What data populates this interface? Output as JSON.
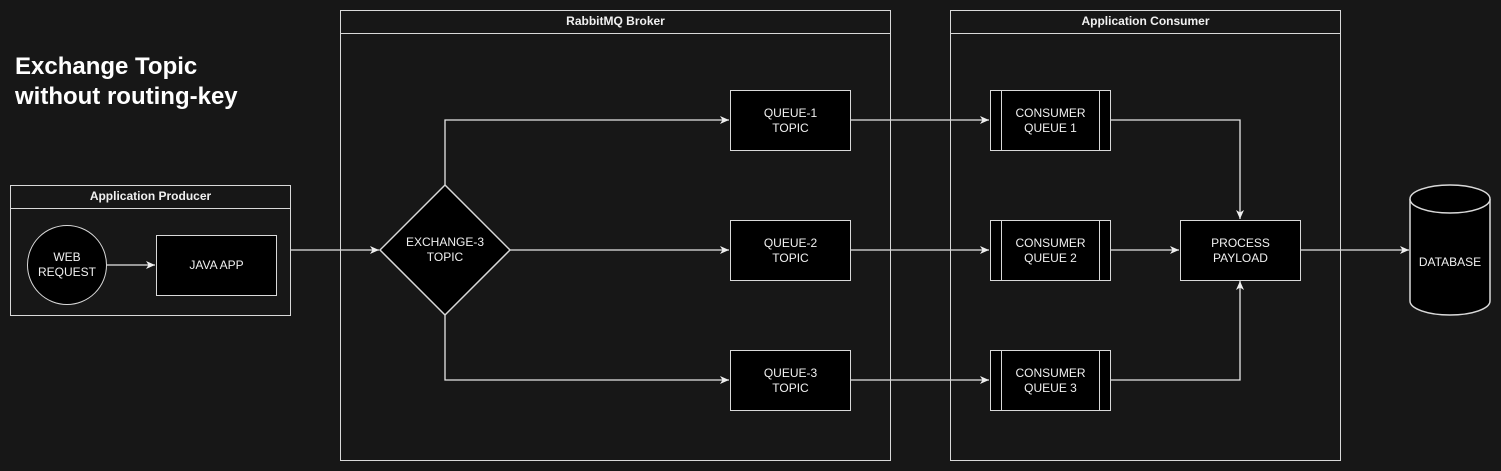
{
  "title": {
    "line1": "Exchange Topic",
    "line2": "without routing-key"
  },
  "producer": {
    "header": "Application Producer",
    "web_request": {
      "line1": "WEB",
      "line2": "REQUEST"
    },
    "java_app": "JAVA APP"
  },
  "broker": {
    "header": "RabbitMQ Broker",
    "exchange": {
      "line1": "EXCHANGE-3",
      "line2": "TOPIC"
    },
    "queues": [
      {
        "line1": "QUEUE-1",
        "line2": "TOPIC"
      },
      {
        "line1": "QUEUE-2",
        "line2": "TOPIC"
      },
      {
        "line1": "QUEUE-3",
        "line2": "TOPIC"
      }
    ]
  },
  "consumer": {
    "header": "Application Consumer",
    "consumers": [
      {
        "line1": "CONSUMER",
        "line2": "QUEUE 1"
      },
      {
        "line1": "CONSUMER",
        "line2": "QUEUE 2"
      },
      {
        "line1": "CONSUMER",
        "line2": "QUEUE 3"
      }
    ],
    "process": {
      "line1": "PROCESS",
      "line2": "PAYLOAD"
    }
  },
  "database": "DATABASE",
  "colors": {
    "background": "#171717",
    "stroke": "#d9d9d9",
    "node_fill": "#000000",
    "text": "#f0f0f0"
  }
}
